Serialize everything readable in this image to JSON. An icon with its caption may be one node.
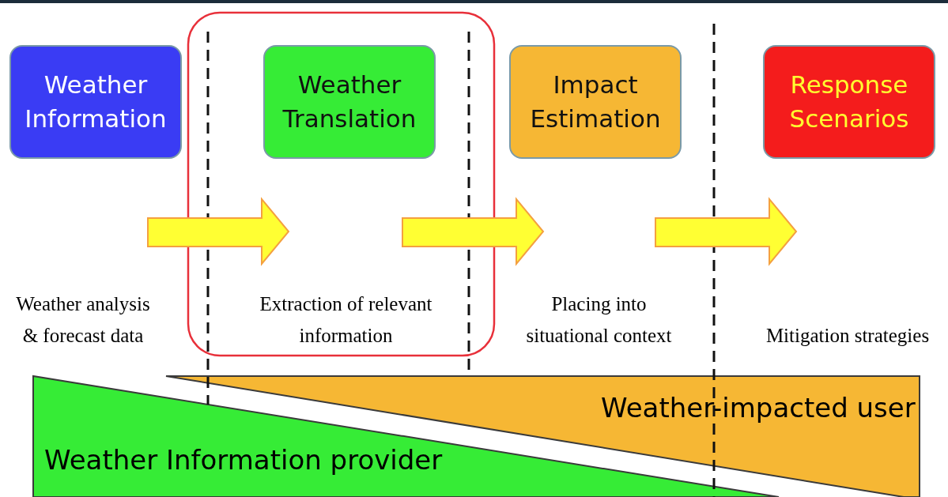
{
  "diagram": {
    "nodes": [
      {
        "text": [
          "Weather Information"
        ]
      },
      {
        "text": [
          "Weather Translation"
        ]
      },
      {
        "text": [
          "Impact Estimation"
        ]
      },
      {
        "text": [
          "Response Scenarios"
        ]
      },
      {
        "text": [
          "Weather Information provider"
        ]
      },
      {
        "text": [
          "Weather-impacted user"
        ]
      }
    ],
    "edges": [
      {
        "from": 0,
        "to": 1,
        "arrow": "to"
      },
      {
        "from": 1,
        "to": 2,
        "arrow": "to"
      },
      {
        "from": 2,
        "to": 3,
        "arrow": "to"
      }
    ],
    "labels": [
      "Weather analysis & forecast data",
      "Extraction of relevant information",
      "Placing into situational context",
      "Mitigation strategies"
    ]
  }
}
